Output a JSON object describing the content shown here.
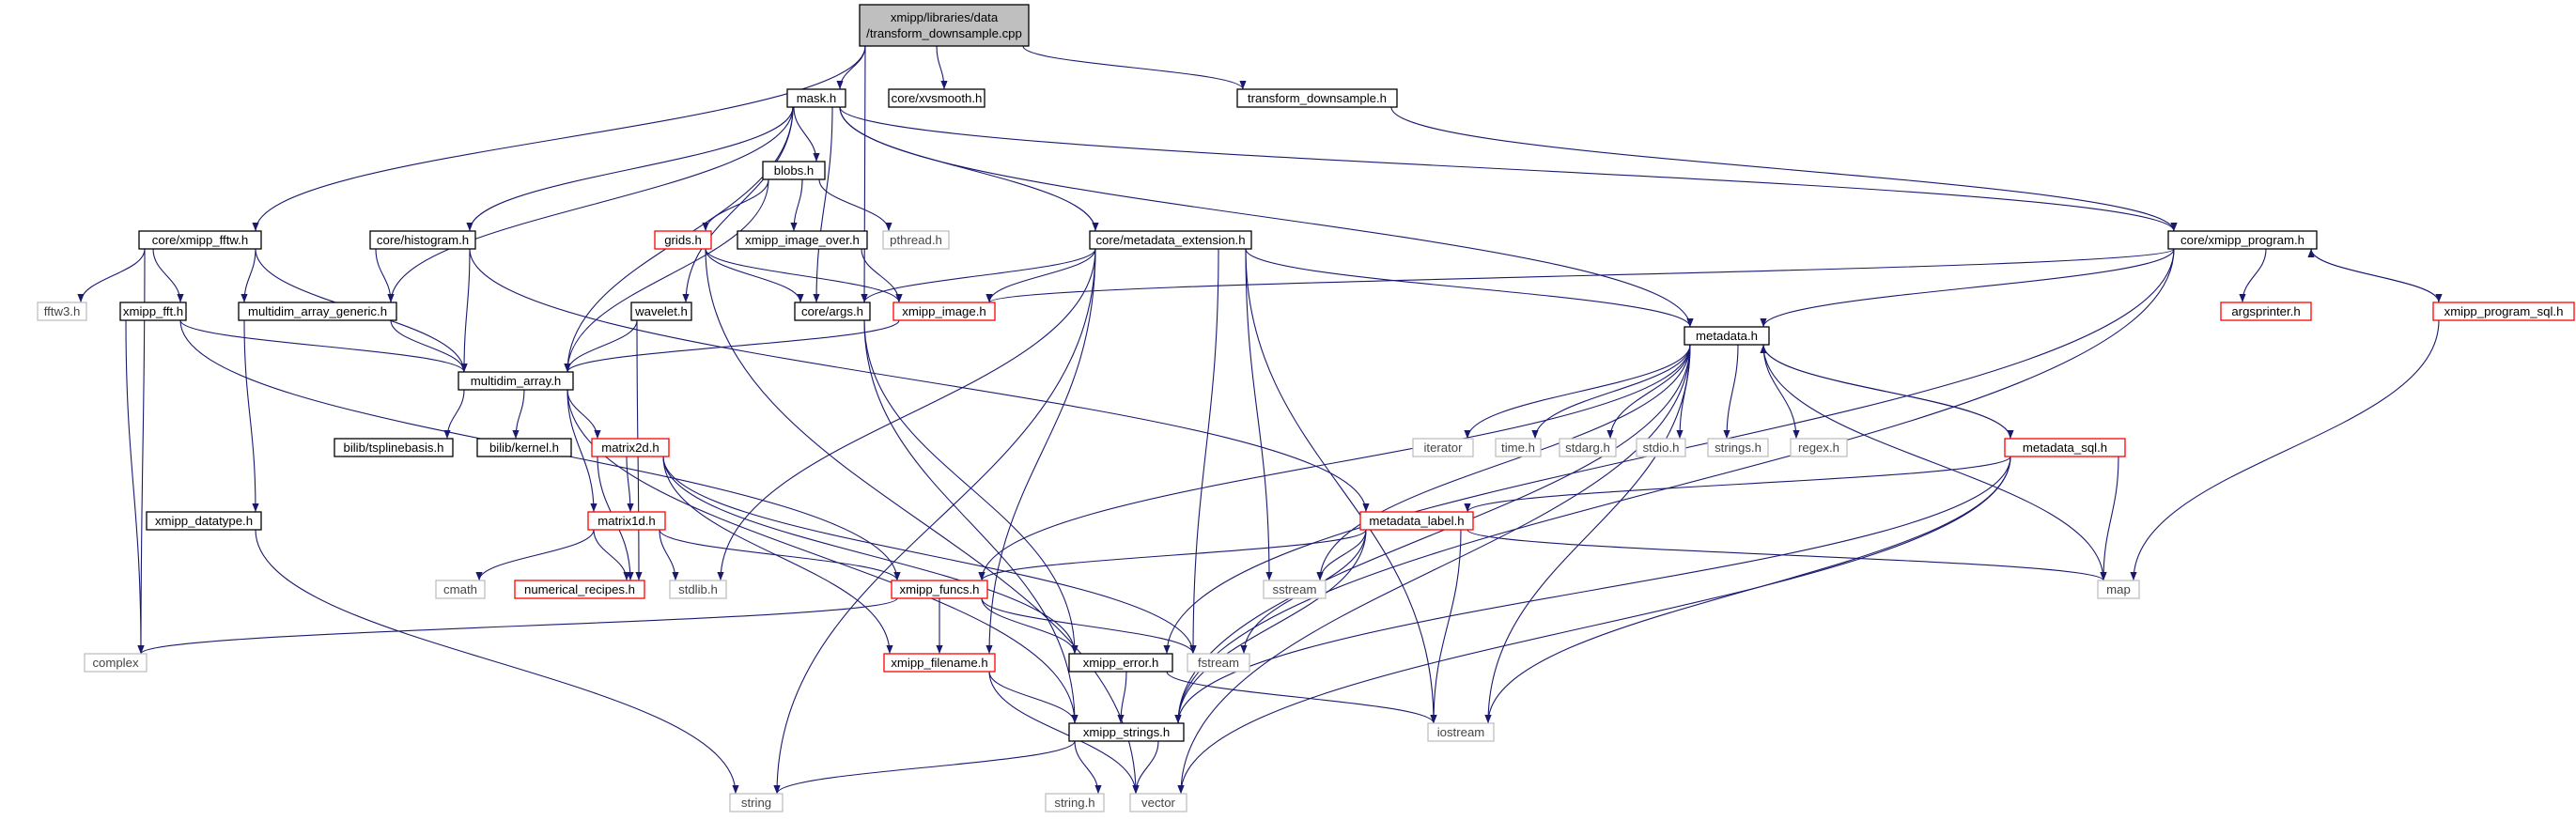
{
  "diagram": {
    "type": "include-dependency-graph",
    "colors": {
      "root_fill": "#bfbfbf",
      "node_border": "#000000",
      "incomplete_border": "#ff0000",
      "system_border": "#bfbfbf",
      "edge": "#191970",
      "system_text": "#444444"
    },
    "nodes": [
      {
        "id": "root",
        "lines": [
          "xmipp/libraries/data",
          "/transform_downsample.cpp"
        ],
        "kind": "root"
      },
      {
        "id": "mask_h",
        "lines": [
          "mask.h"
        ],
        "kind": "normal"
      },
      {
        "id": "xvsmooth",
        "lines": [
          "core/xvsmooth.h"
        ],
        "kind": "normal"
      },
      {
        "id": "tds_h",
        "lines": [
          "transform_downsample.h"
        ],
        "kind": "normal"
      },
      {
        "id": "xmipp_fftw",
        "lines": [
          "core/xmipp_fftw.h"
        ],
        "kind": "normal"
      },
      {
        "id": "blobs",
        "lines": [
          "blobs.h"
        ],
        "kind": "normal"
      },
      {
        "id": "histogram",
        "lines": [
          "core/histogram.h"
        ],
        "kind": "normal"
      },
      {
        "id": "metadata_ext",
        "lines": [
          "core/metadata_extension.h"
        ],
        "kind": "normal"
      },
      {
        "id": "xmipp_program",
        "lines": [
          "core/xmipp_program.h"
        ],
        "kind": "normal"
      },
      {
        "id": "grids",
        "lines": [
          "grids.h"
        ],
        "kind": "incomplete"
      },
      {
        "id": "image_over",
        "lines": [
          "xmipp_image_over.h"
        ],
        "kind": "normal"
      },
      {
        "id": "pthread",
        "lines": [
          "pthread.h"
        ],
        "kind": "system"
      },
      {
        "id": "fftw3",
        "lines": [
          "fftw3.h"
        ],
        "kind": "system"
      },
      {
        "id": "xmipp_fft",
        "lines": [
          "xmipp_fft.h"
        ],
        "kind": "normal"
      },
      {
        "id": "mag",
        "lines": [
          "multidim_array_generic.h"
        ],
        "kind": "normal"
      },
      {
        "id": "wavelet",
        "lines": [
          "wavelet.h"
        ],
        "kind": "normal"
      },
      {
        "id": "core_args",
        "lines": [
          "core/args.h"
        ],
        "kind": "normal"
      },
      {
        "id": "xmipp_image",
        "lines": [
          "xmipp_image.h"
        ],
        "kind": "incomplete"
      },
      {
        "id": "argsprinter",
        "lines": [
          "argsprinter.h"
        ],
        "kind": "incomplete"
      },
      {
        "id": "program_sql",
        "lines": [
          "xmipp_program_sql.h"
        ],
        "kind": "incomplete"
      },
      {
        "id": "multidim",
        "lines": [
          "multidim_array.h"
        ],
        "kind": "normal"
      },
      {
        "id": "metadata_h",
        "lines": [
          "metadata.h"
        ],
        "kind": "normal"
      },
      {
        "id": "tspline",
        "lines": [
          "bilib/tsplinebasis.h"
        ],
        "kind": "normal"
      },
      {
        "id": "kernel",
        "lines": [
          "bilib/kernel.h"
        ],
        "kind": "normal"
      },
      {
        "id": "matrix2d",
        "lines": [
          "matrix2d.h"
        ],
        "kind": "incomplete"
      },
      {
        "id": "iterator",
        "lines": [
          "iterator"
        ],
        "kind": "system"
      },
      {
        "id": "time_h",
        "lines": [
          "time.h"
        ],
        "kind": "system"
      },
      {
        "id": "stdarg",
        "lines": [
          "stdarg.h"
        ],
        "kind": "system"
      },
      {
        "id": "stdio",
        "lines": [
          "stdio.h"
        ],
        "kind": "system"
      },
      {
        "id": "strings_h",
        "lines": [
          "strings.h"
        ],
        "kind": "system"
      },
      {
        "id": "regex",
        "lines": [
          "regex.h"
        ],
        "kind": "system"
      },
      {
        "id": "metadata_sql",
        "lines": [
          "metadata_sql.h"
        ],
        "kind": "incomplete"
      },
      {
        "id": "datatype",
        "lines": [
          "xmipp_datatype.h"
        ],
        "kind": "normal"
      },
      {
        "id": "matrix1d",
        "lines": [
          "matrix1d.h"
        ],
        "kind": "incomplete"
      },
      {
        "id": "metadata_label",
        "lines": [
          "metadata_label.h"
        ],
        "kind": "incomplete"
      },
      {
        "id": "cmath",
        "lines": [
          "cmath"
        ],
        "kind": "system"
      },
      {
        "id": "numrec",
        "lines": [
          "numerical_recipes.h"
        ],
        "kind": "incomplete"
      },
      {
        "id": "stdlib",
        "lines": [
          "stdlib.h"
        ],
        "kind": "system"
      },
      {
        "id": "sstream",
        "lines": [
          "sstream"
        ],
        "kind": "system"
      },
      {
        "id": "xmipp_funcs",
        "lines": [
          "xmipp_funcs.h"
        ],
        "kind": "incomplete"
      },
      {
        "id": "map",
        "lines": [
          "map"
        ],
        "kind": "system"
      },
      {
        "id": "complex",
        "lines": [
          "complex"
        ],
        "kind": "system"
      },
      {
        "id": "filename",
        "lines": [
          "xmipp_filename.h"
        ],
        "kind": "incomplete"
      },
      {
        "id": "xmipp_error",
        "lines": [
          "xmipp_error.h"
        ],
        "kind": "normal"
      },
      {
        "id": "fstream",
        "lines": [
          "fstream"
        ],
        "kind": "system"
      },
      {
        "id": "iostream",
        "lines": [
          "iostream"
        ],
        "kind": "system"
      },
      {
        "id": "xmipp_strings",
        "lines": [
          "xmipp_strings.h"
        ],
        "kind": "normal"
      },
      {
        "id": "string",
        "lines": [
          "string"
        ],
        "kind": "system"
      },
      {
        "id": "string_h",
        "lines": [
          "string.h"
        ],
        "kind": "system"
      },
      {
        "id": "vector",
        "lines": [
          "vector"
        ],
        "kind": "system"
      }
    ],
    "edges": [
      [
        "root",
        "mask_h"
      ],
      [
        "root",
        "xvsmooth"
      ],
      [
        "root",
        "tds_h"
      ],
      [
        "root",
        "xmipp_fftw"
      ],
      [
        "root",
        "core_args"
      ],
      [
        "mask_h",
        "blobs"
      ],
      [
        "mask_h",
        "histogram"
      ],
      [
        "mask_h",
        "metadata_ext"
      ],
      [
        "mask_h",
        "xmipp_program"
      ],
      [
        "mask_h",
        "mag"
      ],
      [
        "mask_h",
        "wavelet"
      ],
      [
        "mask_h",
        "core_args"
      ],
      [
        "mask_h",
        "multidim"
      ],
      [
        "mask_h",
        "metadata_h"
      ],
      [
        "tds_h",
        "xmipp_program"
      ],
      [
        "xmipp_fftw",
        "fftw3"
      ],
      [
        "xmipp_fftw",
        "xmipp_fft"
      ],
      [
        "xmipp_fftw",
        "mag"
      ],
      [
        "xmipp_fftw",
        "multidim"
      ],
      [
        "xmipp_fftw",
        "complex"
      ],
      [
        "blobs",
        "grids"
      ],
      [
        "blobs",
        "image_over"
      ],
      [
        "blobs",
        "pthread"
      ],
      [
        "blobs",
        "multidim"
      ],
      [
        "histogram",
        "mag"
      ],
      [
        "histogram",
        "multidim"
      ],
      [
        "histogram",
        "metadata_label"
      ],
      [
        "metadata_ext",
        "core_args"
      ],
      [
        "metadata_ext",
        "xmipp_image"
      ],
      [
        "metadata_ext",
        "metadata_h"
      ],
      [
        "metadata_ext",
        "stdlib"
      ],
      [
        "metadata_ext",
        "sstream"
      ],
      [
        "metadata_ext",
        "filename"
      ],
      [
        "metadata_ext",
        "fstream"
      ],
      [
        "metadata_ext",
        "iostream"
      ],
      [
        "metadata_ext",
        "string"
      ],
      [
        "xmipp_program",
        "xmipp_image"
      ],
      [
        "xmipp_program",
        "argsprinter"
      ],
      [
        "xmipp_program",
        "program_sql"
      ],
      [
        "xmipp_program",
        "metadata_h"
      ],
      [
        "xmipp_program",
        "xmipp_error"
      ],
      [
        "xmipp_program",
        "xmipp_strings"
      ],
      [
        "program_sql",
        "xmipp_program"
      ],
      [
        "program_sql",
        "map"
      ],
      [
        "grids",
        "core_args"
      ],
      [
        "grids",
        "xmipp_image"
      ],
      [
        "grids",
        "vector"
      ],
      [
        "image_over",
        "xmipp_image"
      ],
      [
        "xmipp_fft",
        "multidim"
      ],
      [
        "xmipp_fft",
        "complex"
      ],
      [
        "xmipp_fft",
        "xmipp_funcs"
      ],
      [
        "mag",
        "multidim"
      ],
      [
        "mag",
        "datatype"
      ],
      [
        "wavelet",
        "multidim"
      ],
      [
        "wavelet",
        "numrec"
      ],
      [
        "core_args",
        "xmipp_error"
      ],
      [
        "core_args",
        "xmipp_strings"
      ],
      [
        "xmipp_image",
        "multidim"
      ],
      [
        "multidim",
        "tspline"
      ],
      [
        "multidim",
        "kernel"
      ],
      [
        "multidim",
        "matrix2d"
      ],
      [
        "multidim",
        "matrix1d"
      ],
      [
        "multidim",
        "xmipp_strings"
      ],
      [
        "matrix2d",
        "matrix1d"
      ],
      [
        "matrix2d",
        "numrec"
      ],
      [
        "matrix2d",
        "fstream"
      ],
      [
        "matrix2d",
        "xmipp_error"
      ],
      [
        "matrix2d",
        "filename"
      ],
      [
        "matrix1d",
        "cmath"
      ],
      [
        "matrix1d",
        "numrec"
      ],
      [
        "matrix1d",
        "stdlib"
      ],
      [
        "matrix1d",
        "xmipp_funcs"
      ],
      [
        "metadata_h",
        "iterator"
      ],
      [
        "metadata_h",
        "time_h"
      ],
      [
        "metadata_h",
        "stdarg"
      ],
      [
        "metadata_h",
        "stdio"
      ],
      [
        "metadata_h",
        "strings_h"
      ],
      [
        "metadata_h",
        "regex"
      ],
      [
        "metadata_h",
        "metadata_sql"
      ],
      [
        "metadata_h",
        "map"
      ],
      [
        "metadata_h",
        "sstream"
      ],
      [
        "metadata_h",
        "iostream"
      ],
      [
        "metadata_h",
        "xmipp_funcs"
      ],
      [
        "metadata_h",
        "xmipp_strings"
      ],
      [
        "metadata_h",
        "vector"
      ],
      [
        "metadata_sql",
        "metadata_h"
      ],
      [
        "metadata_sql",
        "metadata_label"
      ],
      [
        "metadata_sql",
        "map"
      ],
      [
        "metadata_sql",
        "iostream"
      ],
      [
        "metadata_sql",
        "vector"
      ],
      [
        "metadata_sql",
        "xmipp_strings"
      ],
      [
        "metadata_label",
        "xmipp_funcs"
      ],
      [
        "metadata_label",
        "sstream"
      ],
      [
        "metadata_label",
        "map"
      ],
      [
        "metadata_label",
        "fstream"
      ],
      [
        "metadata_label",
        "iostream"
      ],
      [
        "metadata_label",
        "xmipp_strings"
      ],
      [
        "xmipp_funcs",
        "complex"
      ],
      [
        "xmipp_funcs",
        "filename"
      ],
      [
        "xmipp_funcs",
        "xmipp_error"
      ],
      [
        "xmipp_funcs",
        "fstream"
      ],
      [
        "filename",
        "xmipp_strings"
      ],
      [
        "filename",
        "vector"
      ],
      [
        "xmipp_error",
        "xmipp_strings"
      ],
      [
        "xmipp_error",
        "iostream"
      ],
      [
        "xmipp_strings",
        "string"
      ],
      [
        "xmipp_strings",
        "string_h"
      ],
      [
        "xmipp_strings",
        "vector"
      ],
      [
        "datatype",
        "string"
      ]
    ]
  }
}
